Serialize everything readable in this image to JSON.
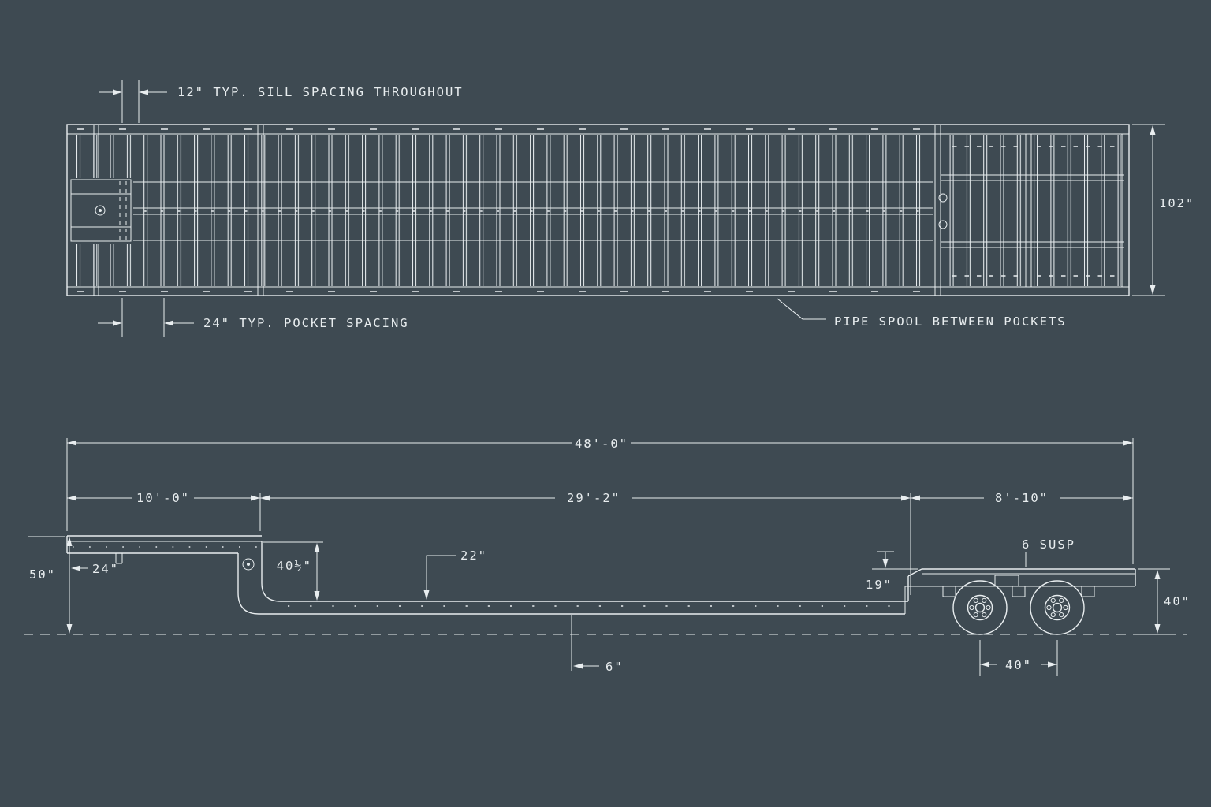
{
  "drawing": {
    "background": "#3e4a52",
    "line_color": "#e8edef"
  },
  "top_view": {
    "dim_sill_spacing": "12\" TYP. SILL SPACING THROUGHOUT",
    "dim_pocket_spacing": "24\" TYP. POCKET SPACING",
    "label_pipe_spool": "PIPE SPOOL BETWEEN POCKETS",
    "dim_width": "102\""
  },
  "side_view": {
    "dim_overall_length": "48'-0\"",
    "dim_front_section": "10'-0\"",
    "dim_mid_section": "29'-2\"",
    "dim_rear_section": "8'-10\"",
    "dim_front_height": "50\"",
    "dim_gooseneck": "24\"",
    "dim_drop": "40½\"",
    "dim_deck_height": "22\"",
    "dim_rear_step": "19\"",
    "label_suspension": "6 SUSP",
    "dim_rear_deck_height": "40\"",
    "dim_ground_clearance": "6\"",
    "dim_axle_spacing": "40\""
  }
}
